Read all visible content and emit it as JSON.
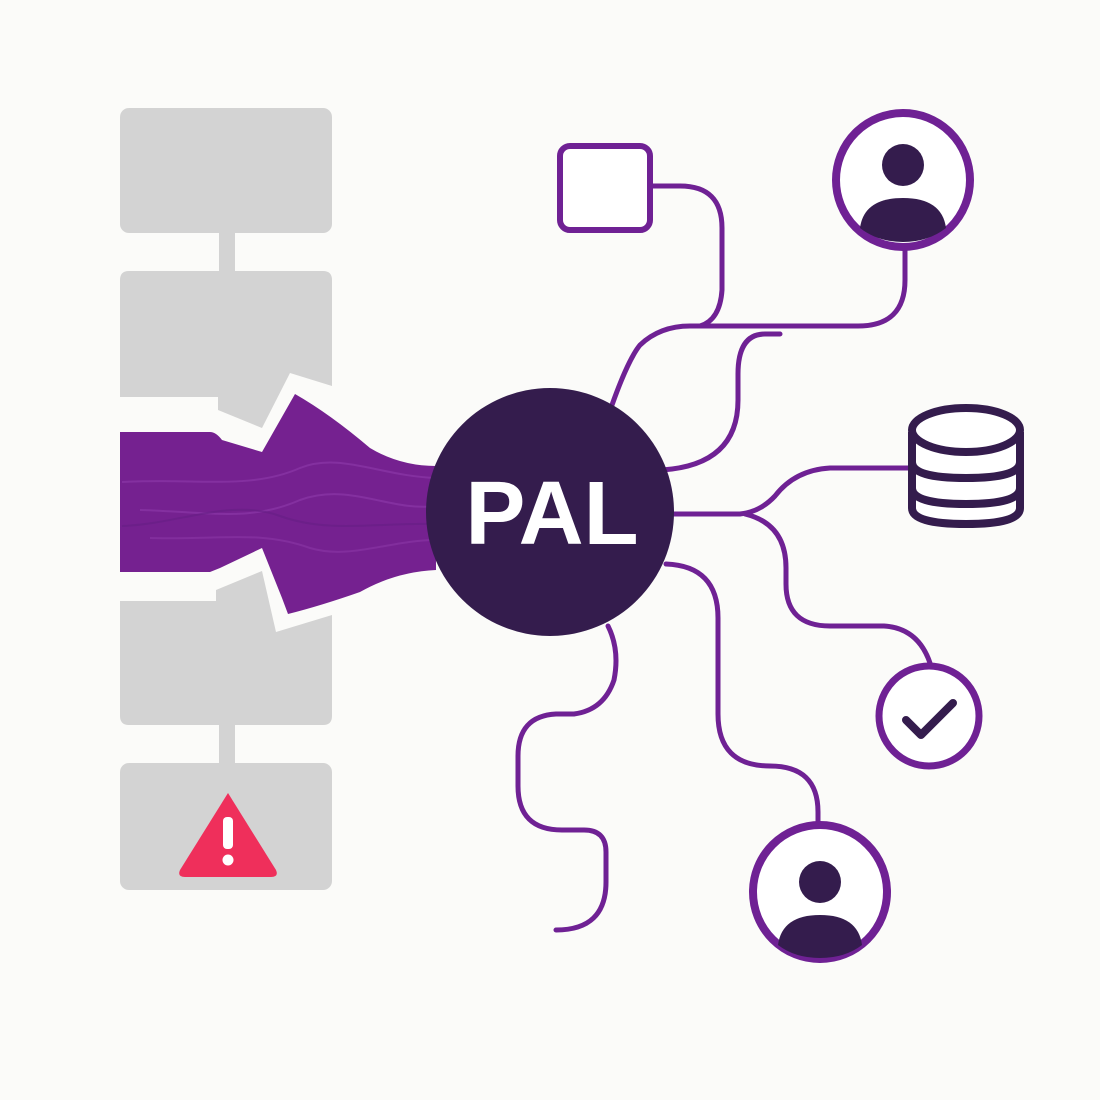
{
  "hub": {
    "label": "PAL"
  },
  "colors": {
    "background": "#fbfbf9",
    "hub_fill": "#341c4d",
    "hub_text": "#ffffff",
    "connector": "#6f2194",
    "flow_fill": "#752190",
    "legacy_block": "#d3d3d3",
    "warning": "#ef2f5b",
    "icon_dark": "#341c4d"
  },
  "legacy_stack": {
    "blocks": [
      "block-1",
      "block-2",
      "block-3",
      "block-4"
    ],
    "alert_icon": "warning-triangle-icon"
  },
  "nodes": [
    {
      "id": "square-node",
      "icon": "square-icon"
    },
    {
      "id": "user-node-top",
      "icon": "user-icon"
    },
    {
      "id": "database-node",
      "icon": "database-icon"
    },
    {
      "id": "check-node",
      "icon": "check-circle-icon"
    },
    {
      "id": "user-node-bottom",
      "icon": "user-icon"
    }
  ]
}
